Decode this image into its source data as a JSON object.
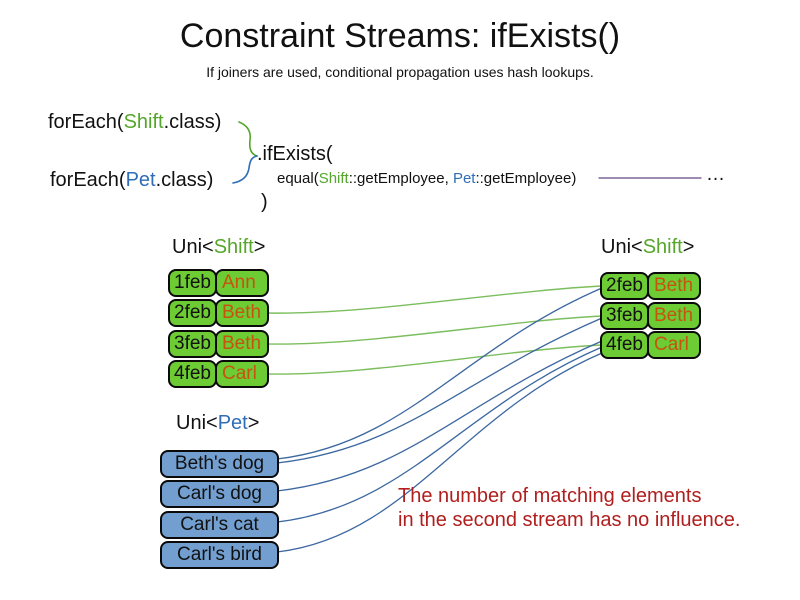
{
  "slide": {
    "title": "Constraint Streams: ifExists()",
    "subtitle": "If joiners are used, conditional propagation uses hash lookups."
  },
  "code": {
    "foreach_shift": {
      "prefix": "forEach(",
      "class_name": "Shift",
      "suffix": ".class)"
    },
    "foreach_pet": {
      "prefix": "forEach(",
      "class_name": "Pet",
      "suffix": ".class)"
    },
    "if_exists": ".ifExists(",
    "equal_joiner": {
      "prefix": "equal(",
      "left_class": "Shift",
      "left_method": "::getEmployee, ",
      "right_class": "Pet",
      "right_method": "::getEmployee)"
    },
    "continuation_ellipsis": "…",
    "close_paren": ")"
  },
  "left_stream": {
    "label": {
      "prefix": "Uni<",
      "type_name": "Shift",
      "suffix": ">"
    },
    "rows": [
      {
        "date": "1feb",
        "employee": "Ann"
      },
      {
        "date": "2feb",
        "employee": "Beth"
      },
      {
        "date": "3feb",
        "employee": "Beth"
      },
      {
        "date": "4feb",
        "employee": "Carl"
      }
    ]
  },
  "right_stream": {
    "label": {
      "prefix": "Uni<",
      "type_name": "Shift",
      "suffix": ">"
    },
    "rows": [
      {
        "date": "2feb",
        "employee": "Beth"
      },
      {
        "date": "3feb",
        "employee": "Beth"
      },
      {
        "date": "4feb",
        "employee": "Carl"
      }
    ]
  },
  "pet_stream": {
    "label": {
      "prefix": "Uni<",
      "type_name": "Pet",
      "suffix": ">"
    },
    "items": [
      {
        "name": "Beth's dog"
      },
      {
        "name": "Carl's dog"
      },
      {
        "name": "Carl's cat"
      },
      {
        "name": "Carl's bird"
      }
    ]
  },
  "annotation": {
    "line1": "The number of matching elements",
    "line2": "in the second stream has no influence."
  },
  "connections": {
    "shift_matches": [
      {
        "from": "left-1",
        "to": "right-0"
      },
      {
        "from": "left-2",
        "to": "right-1"
      },
      {
        "from": "left-3",
        "to": "right-2"
      }
    ],
    "pet_matches": [
      {
        "from": "pet-0",
        "to": "right-0"
      },
      {
        "from": "pet-0",
        "to": "right-1"
      },
      {
        "from": "pet-1",
        "to": "right-2"
      },
      {
        "from": "pet-2",
        "to": "right-2"
      },
      {
        "from": "pet-3",
        "to": "right-2"
      }
    ]
  },
  "colors": {
    "shift_green": "#55A62B",
    "pet_blue": "#2F6DB5",
    "box_green": "#6DCB34",
    "box_blue": "#729FCF",
    "employee_orange": "#C75310",
    "line_green": "#7CBE5D",
    "line_blue": "#3C68A0",
    "line_purple": "#7E6699",
    "annotation_red": "#B01E1E"
  }
}
